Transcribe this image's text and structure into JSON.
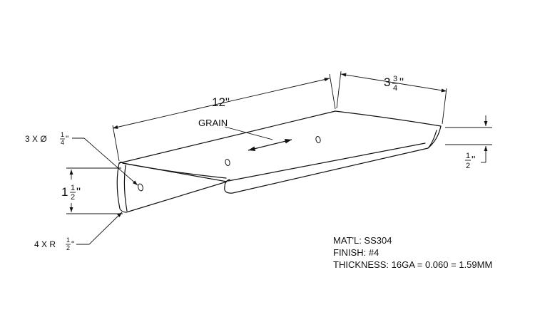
{
  "dimensions": {
    "length": {
      "whole": "12",
      "inch": "\""
    },
    "depth": {
      "whole": "3",
      "num": "3",
      "den": "4",
      "inch": "\""
    },
    "height": {
      "whole": "1",
      "num": "1",
      "den": "2",
      "inch": "\""
    },
    "lip": {
      "num": "1",
      "den": "2",
      "inch": "\""
    },
    "holes": {
      "prefix": "3 X Ø",
      "num": "1",
      "den": "4",
      "inch": "\""
    },
    "radii": {
      "prefix": "4 X R",
      "num": "1",
      "den": "2",
      "inch": "\""
    }
  },
  "grain_label": "GRAIN",
  "notes": {
    "material": "MAT'L: SS304",
    "finish": "FINISH: #4",
    "thickness": "THICKNESS: 16GA = 0.060 = 1.59MM"
  }
}
